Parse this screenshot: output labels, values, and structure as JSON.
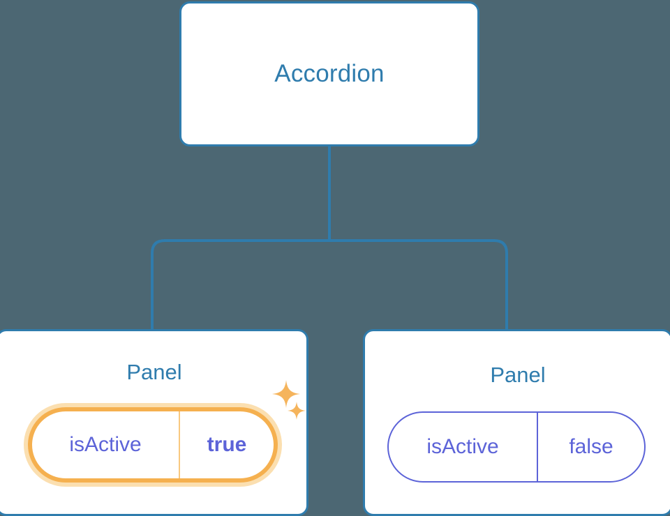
{
  "canvas": {
    "background_color": "#4c6773",
    "connector_color": "#2f7cad"
  },
  "tree": {
    "root": {
      "label": "Accordion",
      "border_color": "#2f7cad",
      "text_color": "#2f7cad"
    },
    "children": [
      {
        "label": "Panel",
        "text_color": "#2f7cad",
        "highlighted": true,
        "prop": {
          "key": "isActive",
          "value": "true",
          "key_color": "#5c63d8",
          "value_color": "#5c63d8",
          "pill_border_color": "#f5b04f",
          "pill_glow_color": "#fbdfb0"
        },
        "decorations": [
          {
            "icon": "sparkle-icon",
            "size": "large",
            "color": "#f5b45c"
          },
          {
            "icon": "sparkle-icon",
            "size": "small",
            "color": "#f5b45c"
          }
        ]
      },
      {
        "label": "Panel",
        "text_color": "#2f7cad",
        "highlighted": false,
        "prop": {
          "key": "isActive",
          "value": "false",
          "key_color": "#5c63d8",
          "value_color": "#5c63d8",
          "pill_border_color": "#5c63d8"
        }
      }
    ]
  }
}
